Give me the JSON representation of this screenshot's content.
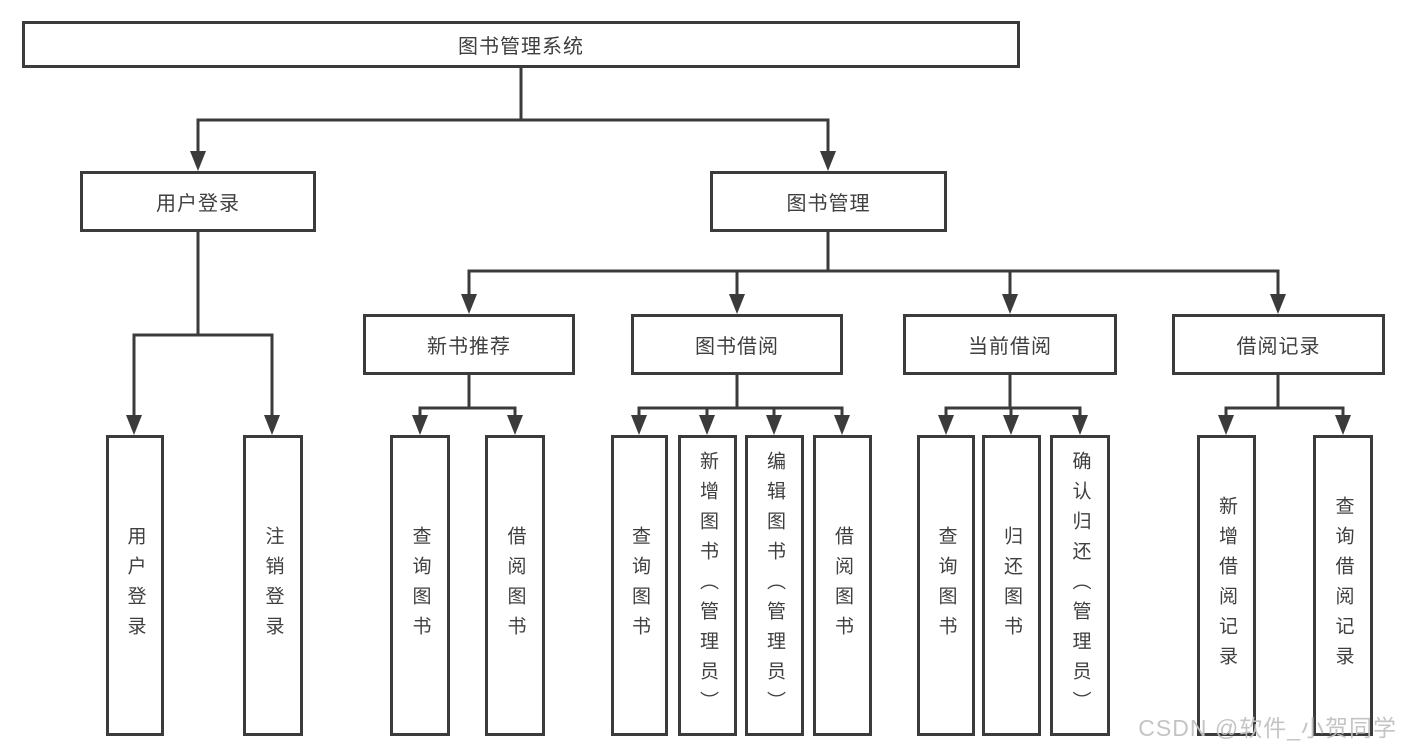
{
  "title": "图书管理系统",
  "user_login": {
    "label": "用户登录",
    "children": [
      {
        "label": "用户登录"
      },
      {
        "label": "注销登录"
      }
    ]
  },
  "book_management": {
    "label": "图书管理",
    "sections": [
      {
        "label": "新书推荐",
        "children": [
          {
            "label": "查询图书"
          },
          {
            "label": "借阅图书"
          }
        ]
      },
      {
        "label": "图书借阅",
        "children": [
          {
            "label": "查询图书"
          },
          {
            "label": "新增图书（管理员）"
          },
          {
            "label": "编辑图书（管理员）"
          },
          {
            "label": "借阅图书"
          }
        ]
      },
      {
        "label": "当前借阅",
        "children": [
          {
            "label": "查询图书"
          },
          {
            "label": "归还图书"
          },
          {
            "label": "确认归还（管理员）"
          }
        ]
      },
      {
        "label": "借阅记录",
        "children": [
          {
            "label": "新增借阅记录"
          },
          {
            "label": "查询借阅记录"
          }
        ]
      }
    ]
  },
  "watermark": "CSDN @软件_小贺同学",
  "colors": {
    "line": "#3b3b3b",
    "text": "#3f3f3f",
    "watermark": "#c1c1c1",
    "background": "#ffffff"
  }
}
